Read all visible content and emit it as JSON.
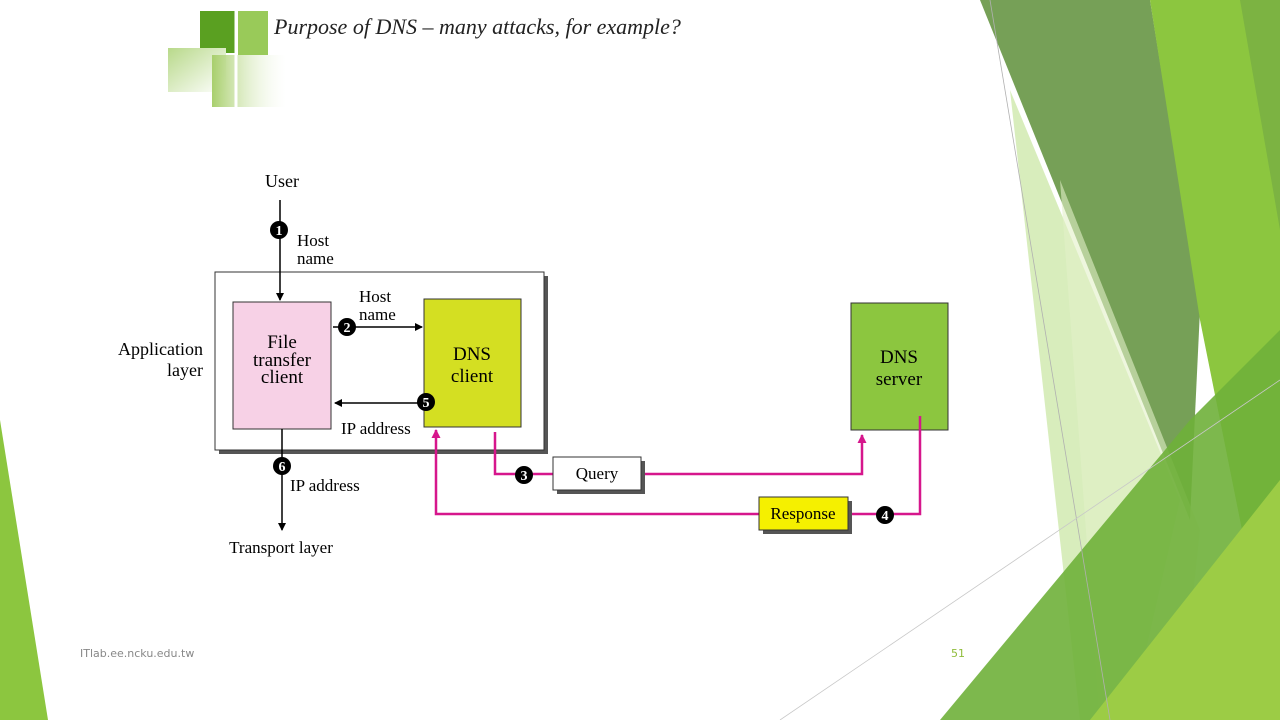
{
  "slide": {
    "title": "Purpose of DNS – many attacks, for example?",
    "footer": "ITlab.ee.ncku.edu.tw",
    "page_number": "51"
  },
  "diagram": {
    "user_label": "User",
    "host_name_line1": "Host",
    "host_name_line2": "name",
    "application_layer_line1": "Application",
    "application_layer_line2": "layer",
    "ftp_client_line1": "File",
    "ftp_client_line2": "transfer",
    "ftp_client_line3": "client",
    "dns_client_line1": "DNS",
    "dns_client_line2": "client",
    "dns_server_line1": "DNS",
    "dns_server_line2": "server",
    "ip_address": "IP address",
    "query": "Query",
    "response": "Response",
    "transport_layer": "Transport layer",
    "steps": [
      "1",
      "2",
      "3",
      "4",
      "5",
      "6"
    ]
  },
  "colors": {
    "ftp_client": "#f7d1e6",
    "dns_client": "#d4df22",
    "dns_server": "#8cc63f",
    "response_box": "#f5f000",
    "flow_line": "#d6168c",
    "accent_green": "#8cc63f"
  }
}
